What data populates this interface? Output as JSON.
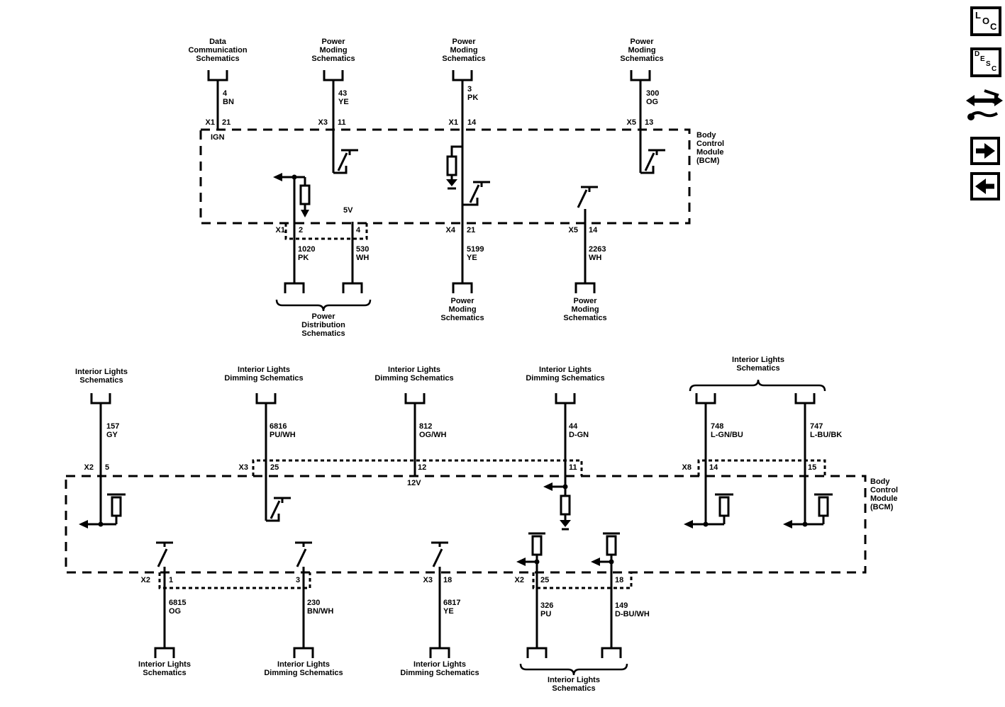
{
  "palette": {
    "ink": "#000000",
    "paper": "#ffffff"
  },
  "sidebar": {
    "loc_letters": [
      "L",
      "O",
      "C"
    ],
    "desc_letters": [
      "D",
      "E",
      "S",
      "C"
    ]
  },
  "top_schematic": {
    "module_label": "Body Control Module (BCM)",
    "inputs": [
      {
        "ref": "Data Communication Schematics",
        "circuit": "4",
        "color": "BN",
        "connector": "X1",
        "pin": "21",
        "signal": "IGN"
      },
      {
        "ref": "Power Moding Schematics",
        "circuit": "43",
        "color": "YE",
        "connector": "X3",
        "pin": "11"
      },
      {
        "ref": "Power Moding Schematics",
        "circuit": "3",
        "color": "PK",
        "connector": "X1",
        "pin": "14"
      },
      {
        "ref": "Power Moding Schematics",
        "circuit": "300",
        "color": "OG",
        "connector": "X5",
        "pin": "13"
      }
    ],
    "outputs": [
      {
        "connector": "X1",
        "pin": "2",
        "circuit": "1020",
        "color": "PK"
      },
      {
        "pin": "4",
        "voltage": "5V",
        "circuit": "530",
        "color": "WH"
      },
      {
        "connector": "X4",
        "pin": "21",
        "circuit": "5199",
        "color": "YE",
        "ref": "Power Moding Schematics"
      },
      {
        "connector": "X5",
        "pin": "14",
        "circuit": "2263",
        "color": "WH",
        "ref": "Power Moding Schematics"
      }
    ],
    "shared_ref": "Power Distribution Schematics"
  },
  "bottom_schematic": {
    "module_label": "Body Control Module (BCM)",
    "inputs": [
      {
        "ref": "Interior Lights Schematics",
        "circuit": "157",
        "color": "GY",
        "connector": "X2",
        "pin": "5"
      },
      {
        "ref": "Interior Lights Dimming Schematics",
        "circuit": "6816",
        "color": "PU/WH",
        "connector": "X3",
        "pin": "25"
      },
      {
        "ref": "Interior Lights Dimming Schematics",
        "circuit": "812",
        "color": "OG/WH",
        "pin": "12",
        "voltage": "12V"
      },
      {
        "ref": "Interior Lights Dimming Schematics",
        "circuit": "44",
        "color": "D-GN",
        "pin": "11"
      },
      {
        "circuit": "748",
        "color": "L-GN/BU",
        "connector": "X8",
        "pin": "14"
      },
      {
        "circuit": "747",
        "color": "L-BU/BK",
        "pin": "15"
      }
    ],
    "inputs_shared_ref": "Interior Lights Schematics",
    "outputs": [
      {
        "connector": "X2",
        "pin": "1",
        "circuit": "6815",
        "color": "OG",
        "ref": "Interior Lights Schematics"
      },
      {
        "pin": "3",
        "circuit": "230",
        "color": "BN/WH",
        "ref": "Interior Lights Dimming Schematics"
      },
      {
        "connector": "X3",
        "pin": "18",
        "circuit": "6817",
        "color": "YE",
        "ref": "Interior Lights Dimming Schematics"
      },
      {
        "connector": "X2",
        "pin": "25",
        "circuit": "326",
        "color": "PU"
      },
      {
        "pin": "18",
        "circuit": "149",
        "color": "D-BU/WH"
      }
    ],
    "outputs_shared_ref": "Interior Lights Schematics"
  }
}
